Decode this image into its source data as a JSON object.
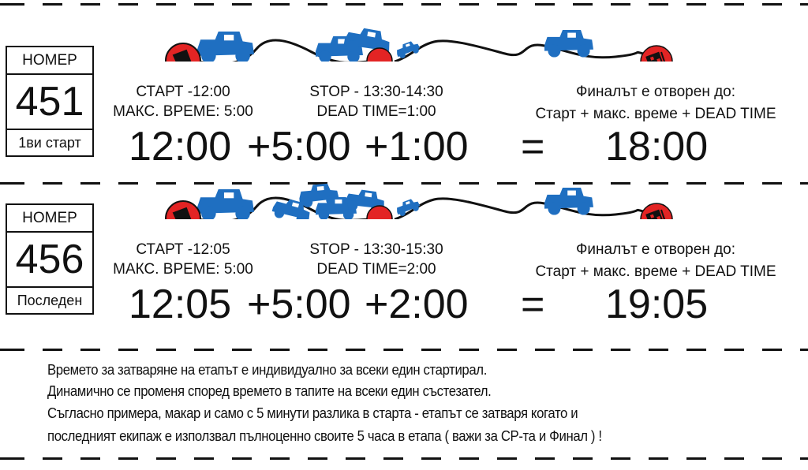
{
  "colors": {
    "jeep": "#1f6fc1",
    "marker": "#e32424",
    "ink": "#111111"
  },
  "panels": [
    {
      "box": {
        "title": "НОМЕР",
        "number": "451",
        "caption": "1ви старт"
      },
      "start": {
        "line1": "СТАРТ -12:00",
        "line2": "МАКС. ВРЕМЕ: 5:00",
        "icon": "flag-icon"
      },
      "stop": {
        "line1": "STOP - 13:30-14:30",
        "line2": "DEAD TIME=1:00"
      },
      "finish": {
        "line1": "Финалът е отворен до:",
        "line2": "Старт + макс. време + DEAD TIME",
        "icon": "checkered-flag-icon"
      },
      "formula": {
        "start": "12:00",
        "max": "+5:00",
        "dead": "+1:00",
        "eq": "=",
        "result": "18:00"
      },
      "jeeps_at_stop": 2
    },
    {
      "box": {
        "title": "НОМЕР",
        "number": "456",
        "caption": "Последен"
      },
      "start": {
        "line1": "СТАРТ -12:05",
        "line2": "МАКС. ВРЕМЕ: 5:00",
        "icon": "flag-icon"
      },
      "stop": {
        "line1": "STOP - 13:30-15:30",
        "line2": "DEAD TIME=2:00"
      },
      "finish": {
        "line1": "Финалът е отворен до:",
        "line2": "Старт + макс. време + DEAD TIME",
        "icon": "checkered-flag-icon"
      },
      "formula": {
        "start": "12:05",
        "max": "+5:00",
        "dead": "+2:00",
        "eq": "=",
        "result": "19:05"
      },
      "jeeps_at_stop": 4
    }
  ],
  "notes": [
    "Времето за затваряне на етапът е индивидуално за всеки един стартирал.",
    "Динамично се променя според времето в тапите на всеки един състезател.",
    "Съгласно примера, макар и само с 5 минути разлика в старта - етапът се затваря когато и",
    "последният екипаж е използвал пълноценно своите 5 часа в етапа ( важи за CP-та и Финал ) !"
  ]
}
